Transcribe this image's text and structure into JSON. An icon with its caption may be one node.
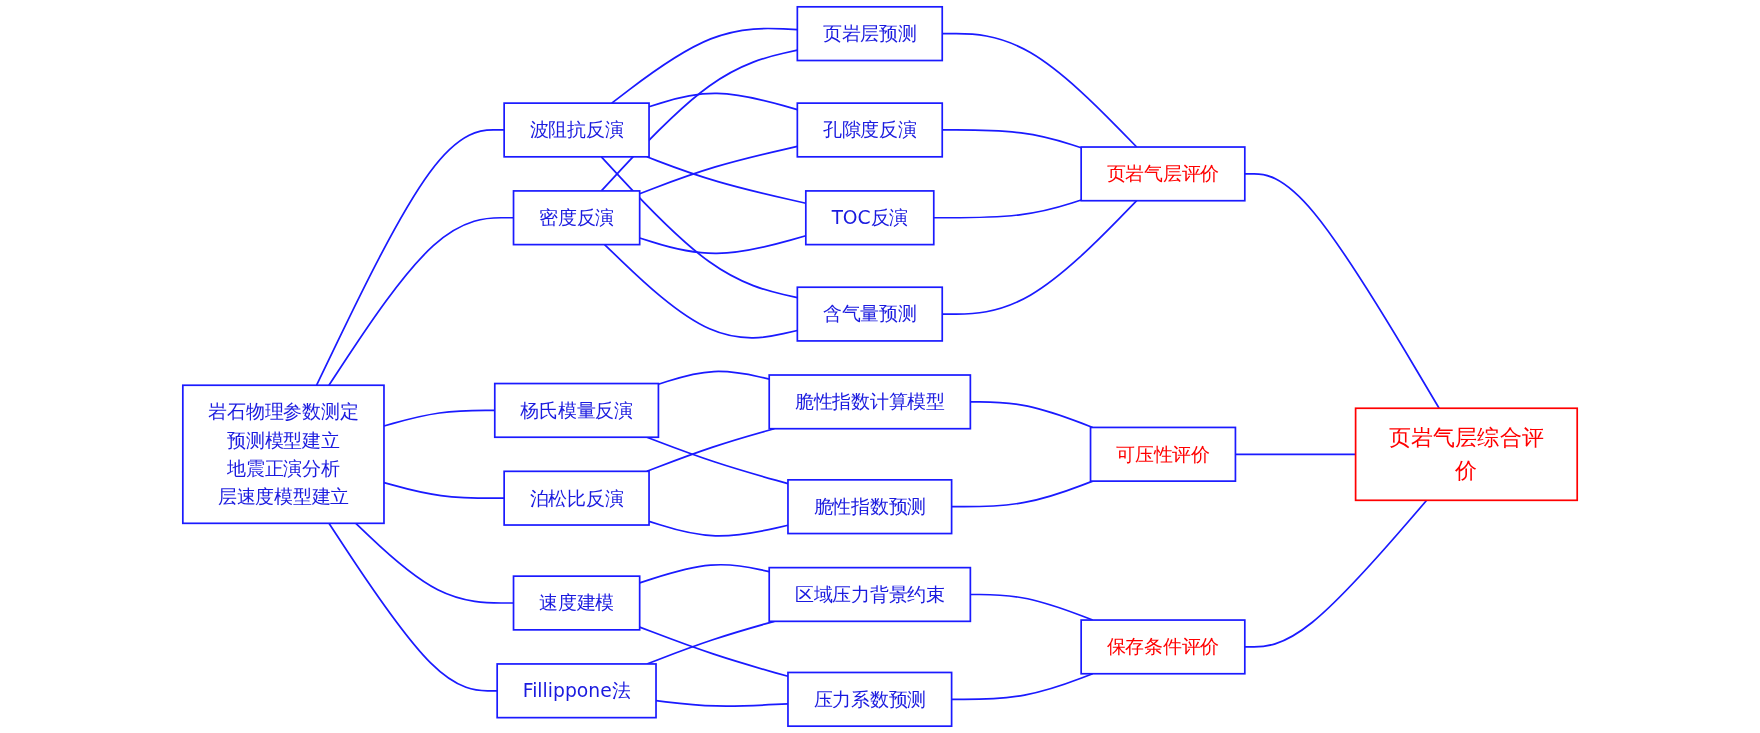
{
  "diagram": {
    "nodes": [
      {
        "text": [
          "岩石物理参数测定",
          "预测模型建立",
          "地震正演分析",
          "层速度模型建立"
        ]
      },
      {
        "text": [
          "波阻抗反演"
        ]
      },
      {
        "text": [
          "密度反演"
        ]
      },
      {
        "text": [
          "页岩层预测"
        ]
      },
      {
        "text": [
          "孔隙度反演"
        ]
      },
      {
        "text": [
          "TOC反演"
        ]
      },
      {
        "text": [
          "含气量预测"
        ]
      },
      {
        "text": [
          "页岩气层评价"
        ]
      },
      {
        "text": [
          "杨氏模量反演"
        ]
      },
      {
        "text": [
          "泊松比反演"
        ]
      },
      {
        "text": [
          "脆性指数计算模型"
        ]
      },
      {
        "text": [
          "脆性指数预测"
        ]
      },
      {
        "text": [
          "可压性评价"
        ]
      },
      {
        "text": [
          "速度建模"
        ]
      },
      {
        "text": [
          "Fillippone法"
        ]
      },
      {
        "text": [
          "区域压力背景约束"
        ]
      },
      {
        "text": [
          "压力系数预测"
        ]
      },
      {
        "text": [
          "保存条件评价"
        ]
      },
      {
        "text": [
          "页岩气层综合评价"
        ]
      }
    ],
    "edges": [
      {
        "from": 0,
        "to": 1,
        "arrow": "none"
      },
      {
        "from": 0,
        "to": 2,
        "arrow": "none"
      },
      {
        "from": 0,
        "to": 8,
        "arrow": "none"
      },
      {
        "from": 0,
        "to": 9,
        "arrow": "none"
      },
      {
        "from": 0,
        "to": 13,
        "arrow": "none"
      },
      {
        "from": 0,
        "to": 14,
        "arrow": "none"
      },
      {
        "from": 1,
        "to": 3,
        "arrow": "none"
      },
      {
        "from": 1,
        "to": 4,
        "arrow": "none"
      },
      {
        "from": 1,
        "to": 5,
        "arrow": "none"
      },
      {
        "from": 1,
        "to": 6,
        "arrow": "none"
      },
      {
        "from": 2,
        "to": 3,
        "arrow": "none"
      },
      {
        "from": 2,
        "to": 4,
        "arrow": "none"
      },
      {
        "from": 2,
        "to": 5,
        "arrow": "none"
      },
      {
        "from": 2,
        "to": 6,
        "arrow": "none"
      },
      {
        "from": 3,
        "to": 7,
        "arrow": "none"
      },
      {
        "from": 4,
        "to": 7,
        "arrow": "none"
      },
      {
        "from": 5,
        "to": 7,
        "arrow": "none"
      },
      {
        "from": 6,
        "to": 7,
        "arrow": "none"
      },
      {
        "from": 8,
        "to": 10,
        "arrow": "none"
      },
      {
        "from": 8,
        "to": 11,
        "arrow": "none"
      },
      {
        "from": 9,
        "to": 10,
        "arrow": "none"
      },
      {
        "from": 9,
        "to": 11,
        "arrow": "none"
      },
      {
        "from": 10,
        "to": 12,
        "arrow": "none"
      },
      {
        "from": 11,
        "to": 12,
        "arrow": "none"
      },
      {
        "from": 13,
        "to": 15,
        "arrow": "none"
      },
      {
        "from": 13,
        "to": 16,
        "arrow": "none"
      },
      {
        "from": 14,
        "to": 15,
        "arrow": "none"
      },
      {
        "from": 14,
        "to": 16,
        "arrow": "none"
      },
      {
        "from": 15,
        "to": 17,
        "arrow": "none"
      },
      {
        "from": 16,
        "to": 17,
        "arrow": "none"
      },
      {
        "from": 7,
        "to": 18,
        "arrow": "none"
      },
      {
        "from": 12,
        "to": 18,
        "arrow": "none"
      },
      {
        "from": 17,
        "to": 18,
        "arrow": "none"
      }
    ]
  }
}
